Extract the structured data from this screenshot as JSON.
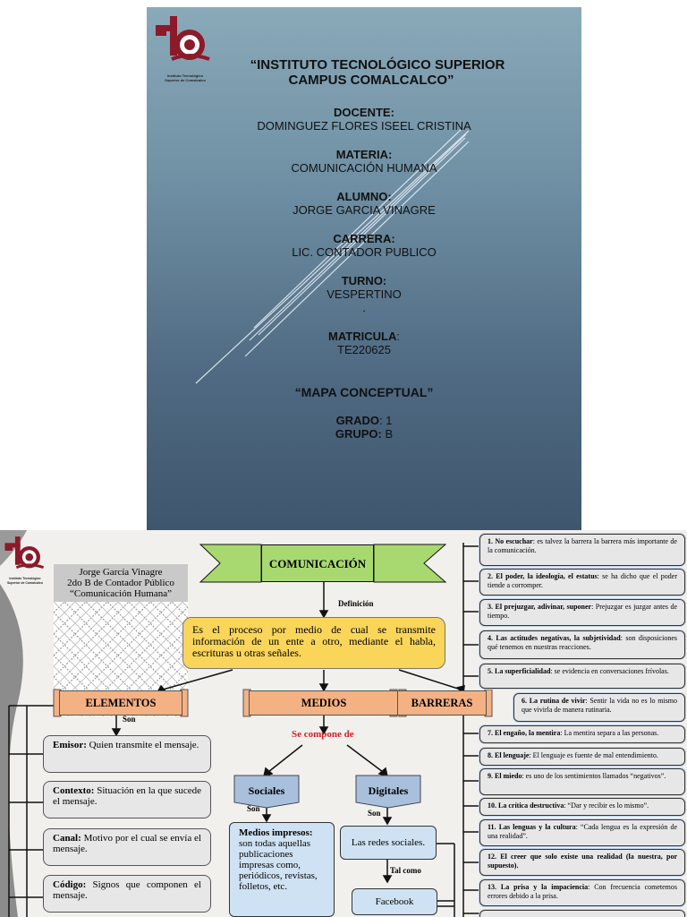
{
  "cover": {
    "logo_caption": [
      "Instituto Tecnológico",
      "Superior de Comalcalco"
    ],
    "institute_line1": "“INSTITUTO TECNOLÓGICO SUPERIOR",
    "institute_line2": "CAMPUS COMALCALCO”",
    "docente_label": "DOCENTE:",
    "docente_value": "DOMINGUEZ FLORES ISEEL CRISTINA",
    "materia_label": "MATERIA:",
    "materia_value": "COMUNICACIÓN HUMANA",
    "alumno_label": "ALUMNO:",
    "alumno_value": "JORGE GARCIA VINAGRE",
    "carrera_label": "CARRERA:",
    "carrera_value": "LIC. CONTADOR PUBLICO",
    "turno_label": "TURNO:",
    "turno_value": "VESPERTINO",
    "turno_dot": ".",
    "matricula_label": "MATRICULA",
    "matricula_colon": ":",
    "matricula_value": "TE220625",
    "doc_type": "“MAPA CONCEPTUAL”",
    "grado_label": "GRADO",
    "grado_value": ": 1",
    "grupo_label": "GRUPO:",
    "grupo_value": " B"
  },
  "map": {
    "author": [
      "Jorge García Vinagre",
      "2do B de Contador Público",
      "“Comunicación Humana”"
    ],
    "logo_caption": [
      "Instituto Tecnológico",
      "Superior de Comalcalco"
    ],
    "main_title": "COMUNICACIÓN",
    "definition_label": "Definición",
    "definition_text": "Es el proceso por medio de cual se transmite información de un ente a otro, mediante el habla, escrituras u otras señales.",
    "elementos": "ELEMENTOS",
    "medios": "MEDIOS",
    "barreras": "BARRERAS",
    "son": "Son",
    "se_compone_de": "Se compone de",
    "sociales": "Sociales",
    "digitales": "Digitales",
    "tal_como": "Tal como",
    "elements": [
      {
        "term": "Emisor:",
        "desc": " Quien transmite el mensaje."
      },
      {
        "term": "Contexto:",
        "desc": " Situación en la que sucede el mensaje."
      },
      {
        "term": "Canal:",
        "desc": " Motivo por el cual se envía el mensaje."
      },
      {
        "term": "Código:",
        "desc": " Signos que componen el mensaje."
      }
    ],
    "medios_impresos_term": "Medios impresos:",
    "medios_impresos_desc": " son todas aquellas publicaciones impresas como, periódicos, revistas, folletos, etc.",
    "redes_sociales": "Las redes sociales.",
    "facebook": "Facebook",
    "barriers": [
      {
        "term": "1. No escuchar",
        "desc": ": es talvez la barrera la barrera más importante de la comunicación."
      },
      {
        "term": "2. El poder, la ideología, el estatus",
        "desc": ": se ha dicho que el poder tiende a corromper."
      },
      {
        "term": "3. El prejuzgar, adivinar, suponer",
        "desc": ": Prejuzgar es juzgar antes de tiempo."
      },
      {
        "term": "4. Las actitudes negativas, la subjetividad",
        "desc": ": son disposiciones qué tenemos en nuestras reacciones."
      },
      {
        "term": "5. La superficialidad",
        "desc": ": se evidencia en conversaciones frívolas."
      },
      {
        "term": "6. La rutina de vivir",
        "desc": ": Sentir la vida no es lo mismo que vivirla de manera rutinaria."
      },
      {
        "term": "7. El engaño, la mentira",
        "desc": ": La mentira separa a las personas."
      },
      {
        "term": "8. El lenguaje",
        "desc": ": El lenguaje es fuente de mal entendimiento."
      },
      {
        "term": "9. El miedo",
        "desc": ": es uno de los sentimientos llamados “negativos”."
      },
      {
        "term": "10. La crítica destructiva",
        "desc": ": “Dar y recibir es lo mismo”."
      },
      {
        "term": "11. Las lenguas y la cultura",
        "desc": ": “Cada lengua es la expresión de una realidad”."
      },
      {
        "term": "12. El creer que solo existe una realidad (la nuestra, por supuesto).",
        "desc": ""
      },
      {
        "term": "13. La prisa y la impaciencia",
        "desc": ": Con frecuencia cometemos errores debido a la prisa."
      }
    ]
  }
}
